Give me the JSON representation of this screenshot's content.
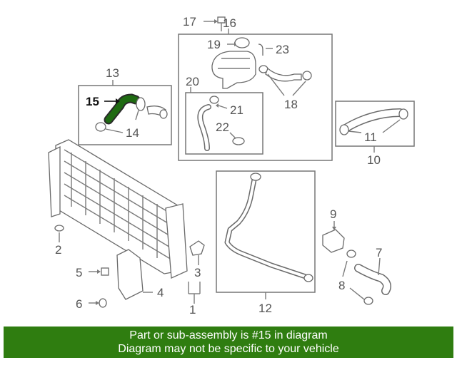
{
  "callouts": {
    "c1": "1",
    "c2": "2",
    "c3": "3",
    "c4": "4",
    "c5": "5",
    "c6": "6",
    "c7": "7",
    "c8": "8",
    "c9": "9",
    "c10": "10",
    "c11": "11",
    "c12": "12",
    "c13": "13",
    "c14": "14",
    "c15": "15",
    "c16": "16",
    "c17": "17",
    "c18": "18",
    "c19": "19",
    "c20": "20",
    "c21": "21",
    "c22": "22",
    "c23": "23"
  },
  "highlight": {
    "part": "15",
    "color": "#1f6b12"
  },
  "banner": {
    "line1": "Part or sub-assembly is #15 in diagram",
    "line2": "Diagram may not be specific to your vehicle",
    "color": "#2f7d10"
  }
}
